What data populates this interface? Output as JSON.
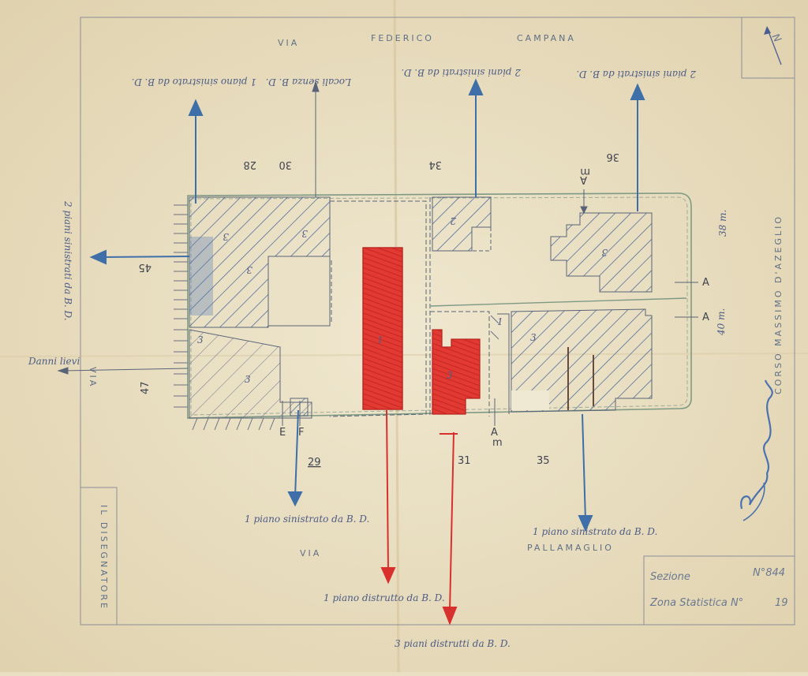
{
  "streets": {
    "top": [
      "VIA",
      "FEDERICO",
      "CAMPANA"
    ],
    "right": "CORSO MASSIMO D'AZEGLIO",
    "left": "VIA",
    "bottom_left": "VIA",
    "bottom_right": "PALLAMAGLIO"
  },
  "civic_numbers": [
    "28",
    "30",
    "34",
    "36",
    "45",
    "47",
    "29",
    "31",
    "35"
  ],
  "dimensions": {
    "right_upper": "38 m.",
    "right_lower": "40 m."
  },
  "section_markers": {
    "A": "A",
    "m": "m",
    "E": "E",
    "F": "F"
  },
  "floor_labels": [
    "3",
    "3",
    "3",
    "2",
    "3",
    "3",
    "3",
    "1",
    "3",
    "3",
    "1"
  ],
  "annotations": {
    "top_1": "1 piano sinistrato da B. D.",
    "top_2": "Locali senza B. D.",
    "top_3": "2 piani sinistrati da B. D.",
    "top_4": "2 piani sinistrati da B. D.",
    "left_1": "2 piani sinistrati da B. D.",
    "left_2": "Danni lievi",
    "bottom_1": "1 piano sinistrato da B. D.",
    "bottom_2": "1 piano distrutto da B. D.",
    "bottom_3": "3 piani distrutti da B. D.",
    "bottom_4": "1 piano sinistrato da B. D."
  },
  "designer_box": {
    "title": "IL DISEGNATORE"
  },
  "legend_box": {
    "section_label": "Sezione",
    "section_value": "N°844",
    "zone_label": "Zona Statistica N°",
    "zone_value": "19"
  },
  "north_arrow": "N",
  "colors": {
    "paper": "#e9dfc3",
    "pencil": "#5a6478",
    "blue": "#3e6fa8",
    "red": "#d8302c",
    "green": "#7f9a84"
  }
}
